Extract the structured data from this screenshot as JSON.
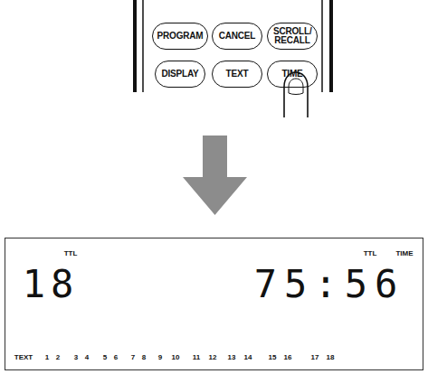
{
  "diagram": {
    "nodes": [
      {
        "text": [
          "PROGRAM"
        ]
      },
      {
        "text": [
          "CANCEL"
        ]
      },
      {
        "text": [
          "SCROLL/ RECALL"
        ]
      },
      {
        "text": [
          "DISPLAY"
        ]
      },
      {
        "text": [
          "TEXT"
        ]
      },
      {
        "text": [
          "TIME"
        ]
      },
      {
        "text": [
          "TTL",
          "18",
          "TTL",
          "TIME",
          "75:56",
          "TEXT",
          "1",
          "2",
          "3",
          "4",
          "5",
          "6",
          "7",
          "8",
          "9",
          "10",
          "11",
          "12",
          "13",
          "14",
          "15",
          "16",
          "17",
          "18"
        ]
      }
    ]
  }
}
